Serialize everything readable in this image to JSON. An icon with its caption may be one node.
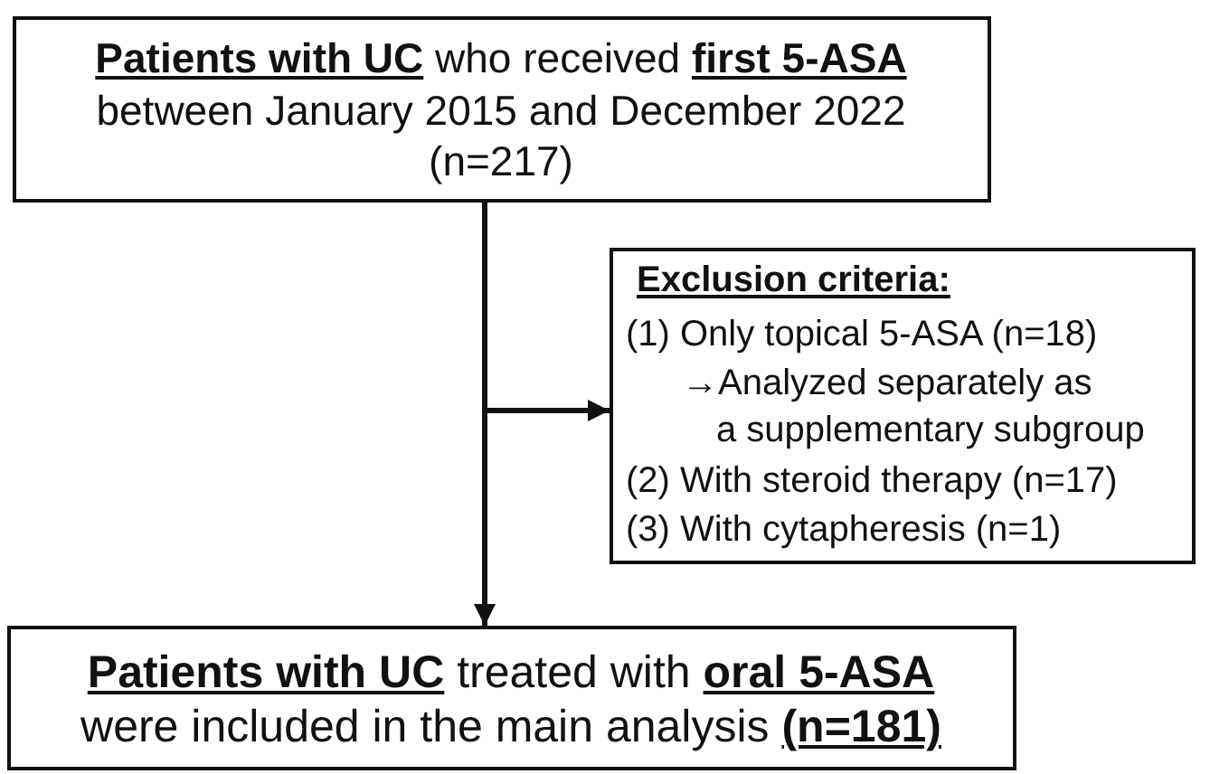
{
  "diagram": {
    "nodes": [
      {
        "text": [
          "**Patients with UC** who received **first 5-ASA** between January 2015 and December 2022 (n=217)"
        ]
      },
      {
        "text": [
          "Exclusion criteria:",
          "(1) Only topical 5-ASA (n=18)",
          "→Analyzed separately as a supplementary subgroup",
          "(2) With steroid therapy (n=17)",
          "(3) With cytapheresis (n=1)"
        ]
      },
      {
        "text": [
          "**Patients with UC** treated with **oral 5-ASA** were included in the main analysis **(n=181)**"
        ]
      }
    ],
    "edges": [
      {
        "from": 0,
        "to": 2,
        "arrow": "to"
      },
      {
        "from": 0,
        "to": 1,
        "arrow": "to"
      }
    ]
  }
}
